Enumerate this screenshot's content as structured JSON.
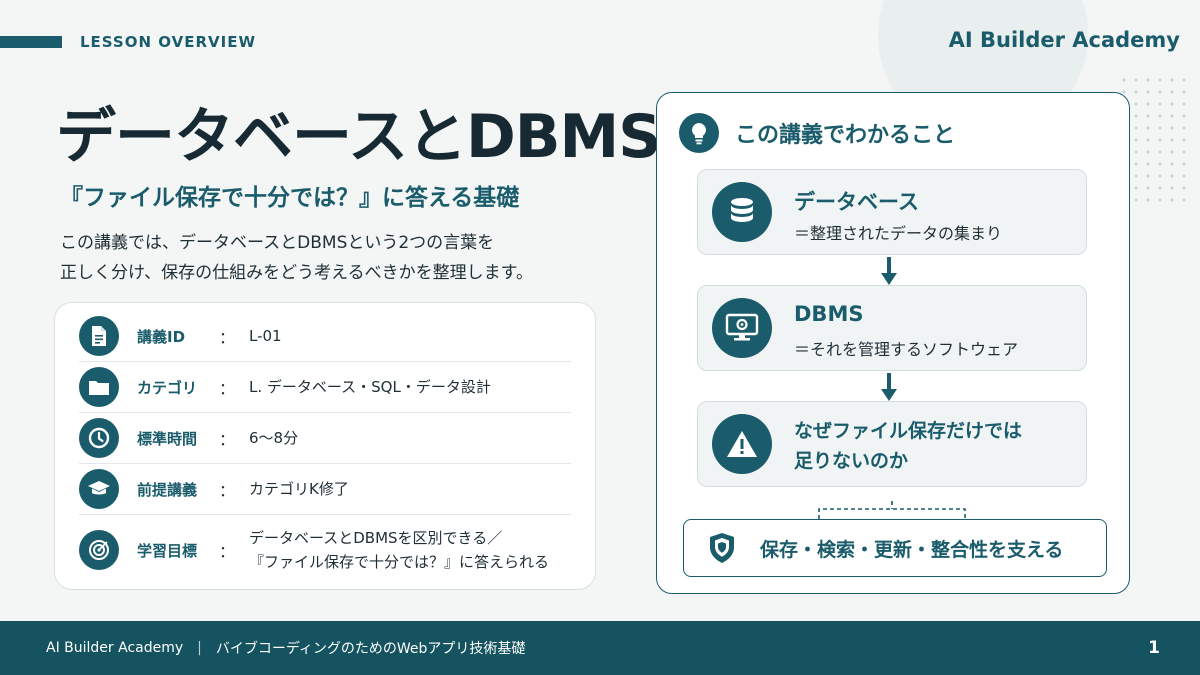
{
  "header": {
    "eyebrow": "LESSON OVERVIEW",
    "brand": "AI Builder Academy"
  },
  "title": "データベースとDBMS",
  "subtitle": "『ファイル保存で十分では？』に答える基礎",
  "description": [
    "この講義では、データベースとDBMSという2つの言葉を",
    "正しく分け、保存の仕組みをどう考えるべきかを整理します。"
  ],
  "info": [
    {
      "icon": "document-icon",
      "label": "講義ID",
      "colon": "：",
      "value": [
        "L-01"
      ]
    },
    {
      "icon": "folder-icon",
      "label": "カテゴリ",
      "colon": "：",
      "value": [
        "L. データベース・SQL・データ設計"
      ]
    },
    {
      "icon": "clock-icon",
      "label": "標準時間",
      "colon": "：",
      "value": [
        "6〜8分"
      ]
    },
    {
      "icon": "graduation-cap-icon",
      "label": "前提講義",
      "colon": "：",
      "value": [
        "カテゴリK修了"
      ]
    },
    {
      "icon": "target-icon",
      "label": "学習目標",
      "colon": "：",
      "value": [
        "データベースとDBMSを区別できる／",
        "『ファイル保存で十分では？』に答えられる"
      ]
    }
  ],
  "panel": {
    "title": "この講義でわかること",
    "icon": "lightbulb-icon",
    "steps": [
      {
        "icon": "database-icon",
        "title": "データベース",
        "sub": "＝整理されたデータの集まり"
      },
      {
        "icon": "monitor-gear-icon",
        "title": "DBMS",
        "sub": "＝それを管理するソフトウェア"
      },
      {
        "icon": "warning-icon",
        "title_lines": [
          "なぜファイル保存だけでは",
          "足りないのか"
        ]
      }
    ],
    "support": {
      "icon": "shield-icon",
      "label": "保存・検索・更新・整合性を支える"
    }
  },
  "footer": {
    "brand": "AI Builder Academy",
    "separator": "|",
    "course": "バイブコーディングのためのWebアプリ技術基礎",
    "page": "1"
  },
  "colors": {
    "accent": "#1a5c6b",
    "footer": "#14535f",
    "text": "#1f2f36"
  }
}
